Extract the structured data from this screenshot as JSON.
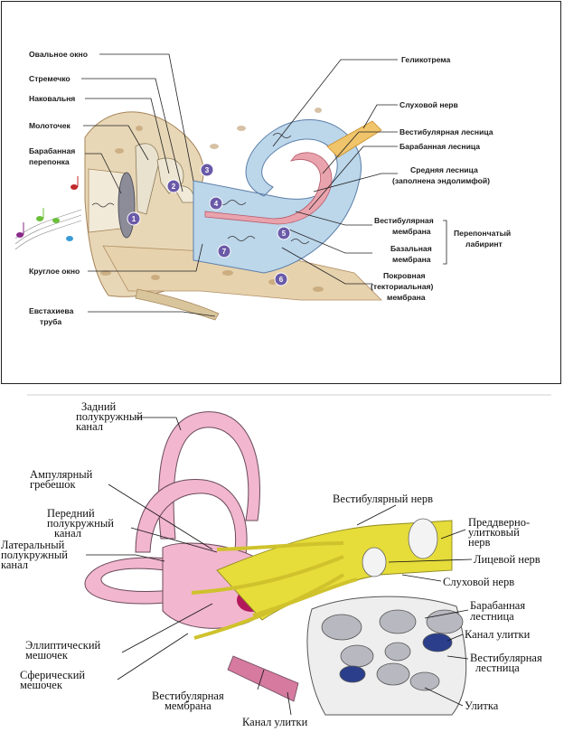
{
  "top_diagram": {
    "labels_left": [
      {
        "key": "oval_window",
        "text": "Овальное окно"
      },
      {
        "key": "stapes",
        "text": "Стремечко"
      },
      {
        "key": "incus",
        "text": "Наковальня"
      },
      {
        "key": "malleus",
        "text": "Молоточек"
      },
      {
        "key": "eardrum_1",
        "text": "Барабанная"
      },
      {
        "key": "eardrum_2",
        "text": "перепонка"
      },
      {
        "key": "round_window",
        "text": "Круглое окно"
      },
      {
        "key": "eustachian_1",
        "text": "Евстахиева"
      },
      {
        "key": "eustachian_2",
        "text": "труба"
      }
    ],
    "labels_right": [
      {
        "key": "helicotrema",
        "text": "Геликотрема"
      },
      {
        "key": "auditory_nerve",
        "text": "Слуховой нерв"
      },
      {
        "key": "scala_vestibuli",
        "text": "Вестибулярная лесница"
      },
      {
        "key": "scala_tympani",
        "text": "Барабанная лесница"
      },
      {
        "key": "scala_media_1",
        "text": "Средняя лесница"
      },
      {
        "key": "scala_media_2",
        "text": "(заполнена  эндолимфой)"
      },
      {
        "key": "vest_membrane_1",
        "text": "Вестибулярная"
      },
      {
        "key": "vest_membrane_2",
        "text": "мембрана"
      },
      {
        "key": "basal_membrane_1",
        "text": "Базальная"
      },
      {
        "key": "basal_membrane_2",
        "text": "мембрана"
      },
      {
        "key": "tectorial_1",
        "text": "Покровная"
      },
      {
        "key": "tectorial_2",
        "text": "(текториальная)"
      },
      {
        "key": "tectorial_3",
        "text": "мембрана"
      },
      {
        "key": "membranous_1",
        "text": "Перепончатый"
      },
      {
        "key": "membranous_2",
        "text": "лабиринт"
      }
    ],
    "steps": [
      "1",
      "2",
      "3",
      "4",
      "5",
      "6",
      "7"
    ]
  },
  "bottom_diagram": {
    "labels": [
      {
        "key": "posterior_1",
        "text": "Задний"
      },
      {
        "key": "posterior_2",
        "text": "полукружный"
      },
      {
        "key": "posterior_3",
        "text": "канал"
      },
      {
        "key": "ampullary_1",
        "text": "Ампулярный"
      },
      {
        "key": "ampullary_2",
        "text": "гребешок"
      },
      {
        "key": "anterior_1",
        "text": "Передний"
      },
      {
        "key": "anterior_2",
        "text": "полукружный"
      },
      {
        "key": "anterior_3",
        "text": "канал"
      },
      {
        "key": "lateral_1",
        "text": "Латеральный"
      },
      {
        "key": "lateral_2",
        "text": "полукружный"
      },
      {
        "key": "lateral_3",
        "text": "канал"
      },
      {
        "key": "utricle_1",
        "text": "Эллиптический"
      },
      {
        "key": "utricle_2",
        "text": "мешочек"
      },
      {
        "key": "saccule_1",
        "text": "Сферический"
      },
      {
        "key": "saccule_2",
        "text": "мешочек"
      },
      {
        "key": "reissner_1",
        "text": "Вестибулярная"
      },
      {
        "key": "reissner_2",
        "text": "мембрана"
      },
      {
        "key": "cochlear_duct",
        "text": "Канал улитки"
      },
      {
        "key": "vestibular_nerve",
        "text": "Вестибулярный нерв"
      },
      {
        "key": "vc_nerve_1",
        "text": "Преддверно-"
      },
      {
        "key": "vc_nerve_2",
        "text": "улитковый"
      },
      {
        "key": "vc_nerve_3",
        "text": "нерв"
      },
      {
        "key": "facial_nerve",
        "text": "Лицевой нерв"
      },
      {
        "key": "auditory_nerve",
        "text": "Слуховой нерв"
      },
      {
        "key": "scala_tympani_1",
        "text": "Барабанная"
      },
      {
        "key": "scala_tympani_2",
        "text": "лестница"
      },
      {
        "key": "cochlear_canal",
        "text": "Канал улитки"
      },
      {
        "key": "scala_vestibuli_1",
        "text": "Вестибулярная"
      },
      {
        "key": "scala_vestibuli_2",
        "text": "лестница"
      },
      {
        "key": "cochlea",
        "text": "Улитка"
      }
    ]
  },
  "colors": {
    "bone": "#e8d7b6",
    "bone_dark": "#c9a878",
    "cochlea_blue": "#bcd6ea",
    "cochlea_pink": "#e9a3ad",
    "labyrinth_pink": "#f2b6cf",
    "nerve_yellow": "#e6dc3a",
    "step_purple": "#6a5aa8"
  }
}
